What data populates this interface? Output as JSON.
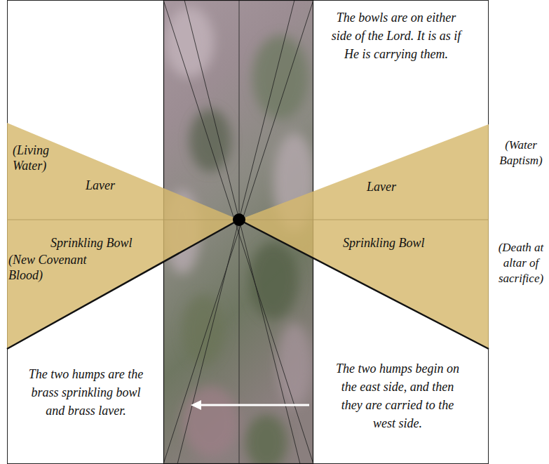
{
  "diagram": {
    "nodes": [
      {
        "text": [
          "(Living Water)",
          "Laver"
        ]
      },
      {
        "text": [
          "Sprinkling Bowl",
          "(New Covenant Blood)"
        ]
      },
      {
        "text": [
          "Laver"
        ]
      },
      {
        "text": [
          "Sprinkling Bowl"
        ]
      }
    ],
    "labels": [
      "The bowls are on either side of the Lord. It is as if He is carrying them.",
      "(Water Baptism)",
      "(Death at altar of sacrifice)",
      "The two humps are the brass sprinkling bowl and brass laver.",
      "The two humps begin on the east side, and then they are carried to the west side."
    ]
  }
}
